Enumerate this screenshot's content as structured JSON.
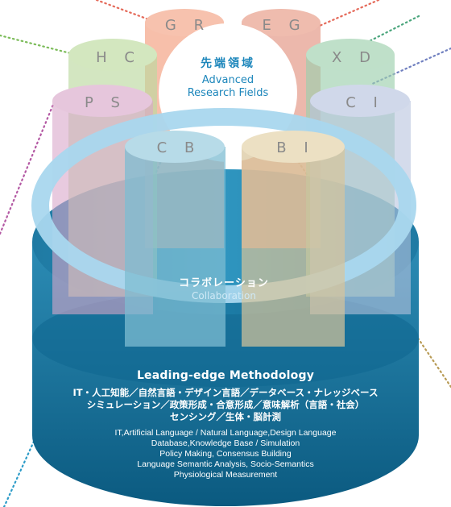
{
  "core": {
    "title_jp": "先端領域",
    "title_en_line1": "Advanced",
    "title_en_line2": "Research Fields"
  },
  "fields": [
    {
      "code": "G R",
      "color": "#f4a98e"
    },
    {
      "code": "E G",
      "color": "#e6a090"
    },
    {
      "code": "H C",
      "color": "#bcd9a0"
    },
    {
      "code": "X D",
      "color": "#9ccfae"
    },
    {
      "code": "P S",
      "color": "#d9a7c9"
    },
    {
      "code": "C I",
      "color": "#b7c3de"
    },
    {
      "code": "C B",
      "color": "#7dbcd2"
    },
    {
      "code": "B I",
      "color": "#d9c59a"
    }
  ],
  "collaboration": {
    "jp": "コラボレーション",
    "en": "Collaboration"
  },
  "methodology": {
    "title": "Leading-edge Methodology",
    "jp_line1": "IT・人工知能／自然言語・デザイン言語／データベース・ナレッジベース",
    "jp_line2": "シミュレーション／政策形成・合意形成／意味解析（言語・社会）",
    "jp_line3": "センシング／生体・脳計測",
    "en_line1": "IT,Artificial Language / Natural Language,Design Language",
    "en_line2": "Database,Knowledge Base / Simulation",
    "en_line3": "Policy Making, Consensus Building",
    "en_line4": "Language Semantic Analysis, Socio-Semantics",
    "en_line5": "Physiological Measurement"
  },
  "colors": {
    "base_dark": "#0e5f86",
    "base_mid": "#1d7fa8",
    "base_top": "#2a8fb8",
    "ring": "#a9d7ee",
    "ring_text": "#1b7fb3",
    "core_text": "#1c86bb",
    "pillar_label": "#8a8a8a"
  }
}
